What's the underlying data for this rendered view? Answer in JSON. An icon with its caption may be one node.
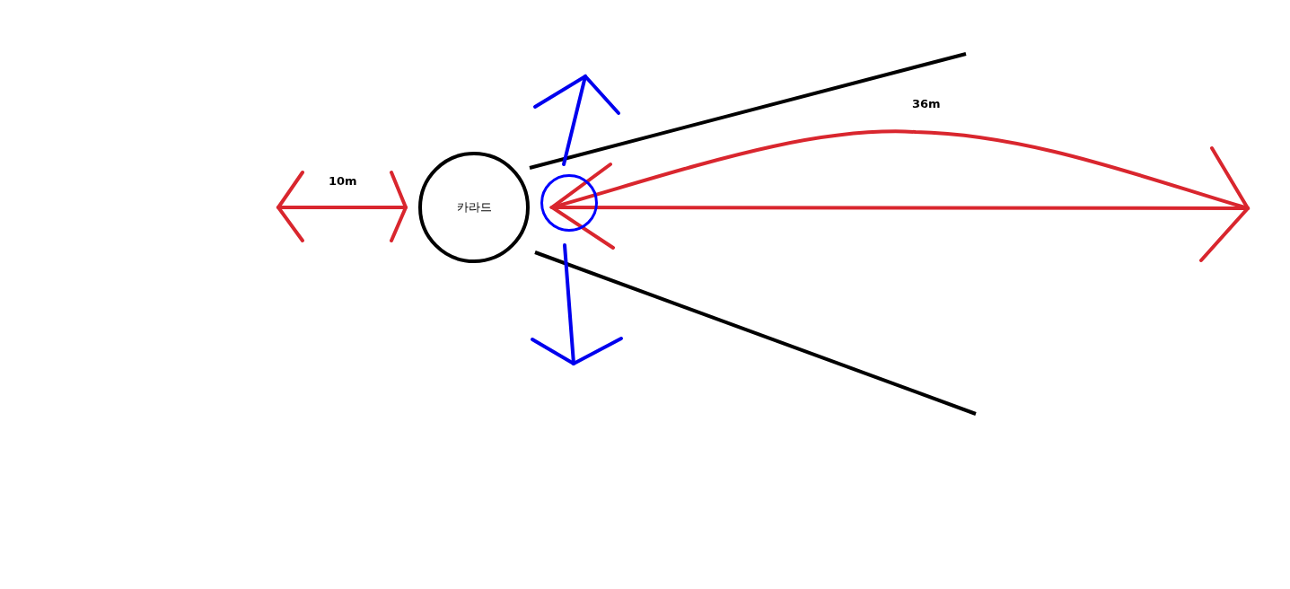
{
  "diagram": {
    "nodes": [
      {
        "text": [
          "카라드"
        ]
      },
      {
        "text": [],
        "shape": "circle"
      }
    ],
    "labels": [
      "10m",
      "36m"
    ]
  }
}
